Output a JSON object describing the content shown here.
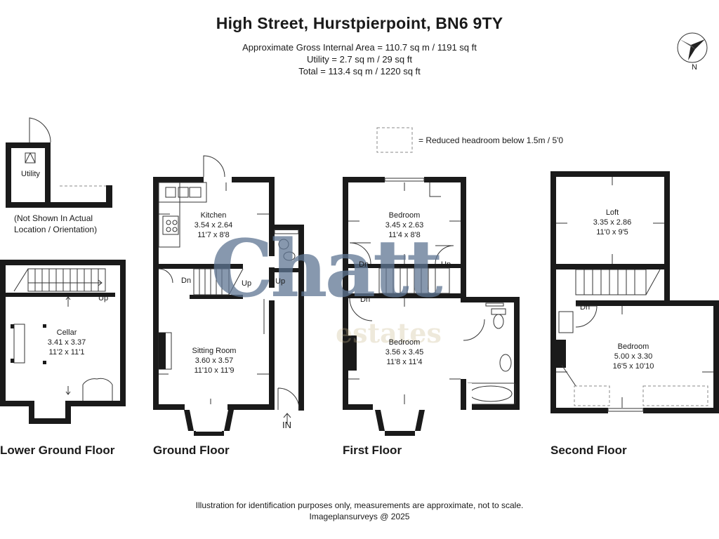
{
  "header": {
    "title": "High Street, Hurstpierpoint, BN6 9TY",
    "area_gross": "Approximate Gross Internal Area = 110.7 sq m / 1191 sq ft",
    "area_utility": "Utility = 2.7 sq m / 29 sq ft",
    "area_total": "Total = 113.4 sq m / 1220 sq ft"
  },
  "compass": {
    "label": "N",
    "icon": "compass-icon"
  },
  "legend": {
    "text": "= Reduced headroom below 1.5m / 5'0"
  },
  "watermark": {
    "brand": "Chatt",
    "sub": "estates",
    "color": "#5f7694"
  },
  "utility": {
    "name": "Utility",
    "note_line1": "(Not Shown In Actual",
    "note_line2": "Location / Orientation)"
  },
  "floors": {
    "lower_ground": {
      "label": "Lower Ground Floor",
      "cellar": {
        "name": "Cellar",
        "metric": "3.41 x 3.37",
        "imperial": "11'2 x 11'1"
      },
      "stairs_up": "Up"
    },
    "ground": {
      "label": "Ground Floor",
      "kitchen": {
        "name": "Kitchen",
        "metric": "3.54 x 2.64",
        "imperial": "11'7 x 8'8"
      },
      "sitting": {
        "name": "Sitting Room",
        "metric": "3.60 x 3.57",
        "imperial": "11'10 x 11'9"
      },
      "dn": "Dn",
      "up1": "Up",
      "up2": "Up",
      "entrance": "IN"
    },
    "first": {
      "label": "First Floor",
      "bedroom1": {
        "name": "Bedroom",
        "metric": "3.45 x 2.63",
        "imperial": "11'4 x 8'8"
      },
      "bedroom2": {
        "name": "Bedroom",
        "metric": "3.56 x 3.45",
        "imperial": "11'8 x 11'4"
      },
      "dn1": "Dn",
      "dn2": "Dn",
      "up": "Up"
    },
    "second": {
      "label": "Second Floor",
      "loft": {
        "name": "Loft",
        "metric": "3.35 x 2.86",
        "imperial": "11'0 x 9'5"
      },
      "bedroom": {
        "name": "Bedroom",
        "metric": "5.00 x 3.30",
        "imperial": "16'5 x 10'10"
      },
      "dn": "Dn"
    }
  },
  "footer": {
    "disclaimer": "Illustration for identification purposes only, measurements are approximate, not to scale.",
    "credit": "Imageplansurveys @ 2025"
  }
}
